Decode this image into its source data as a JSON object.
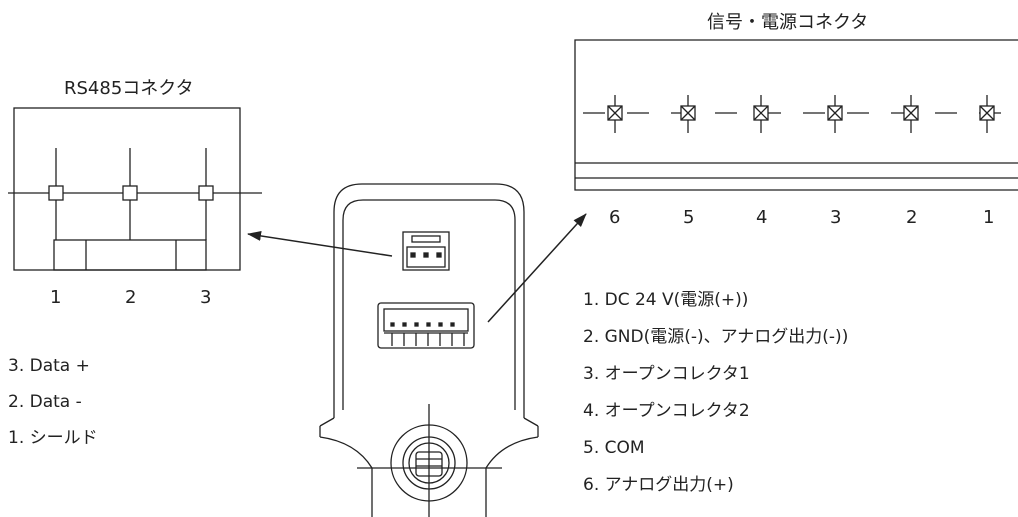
{
  "rs485": {
    "title": "RS485コネクタ",
    "pin_numbers": [
      "1",
      "2",
      "3"
    ],
    "pin_legend": [
      "3. Data +",
      "2. Data -",
      "1. シールド"
    ]
  },
  "signal": {
    "title": "信号・電源コネクタ",
    "pin_numbers": [
      "6",
      "5",
      "4",
      "3",
      "2",
      "1"
    ],
    "pin_legend": [
      "1. DC 24 V(電源(+))",
      "2. GND(電源(-)、アナログ出力(-))",
      "3. オープンコレクタ1",
      "4. オープンコレクタ2",
      "5. COM",
      "6. アナログ出力(+)"
    ]
  }
}
